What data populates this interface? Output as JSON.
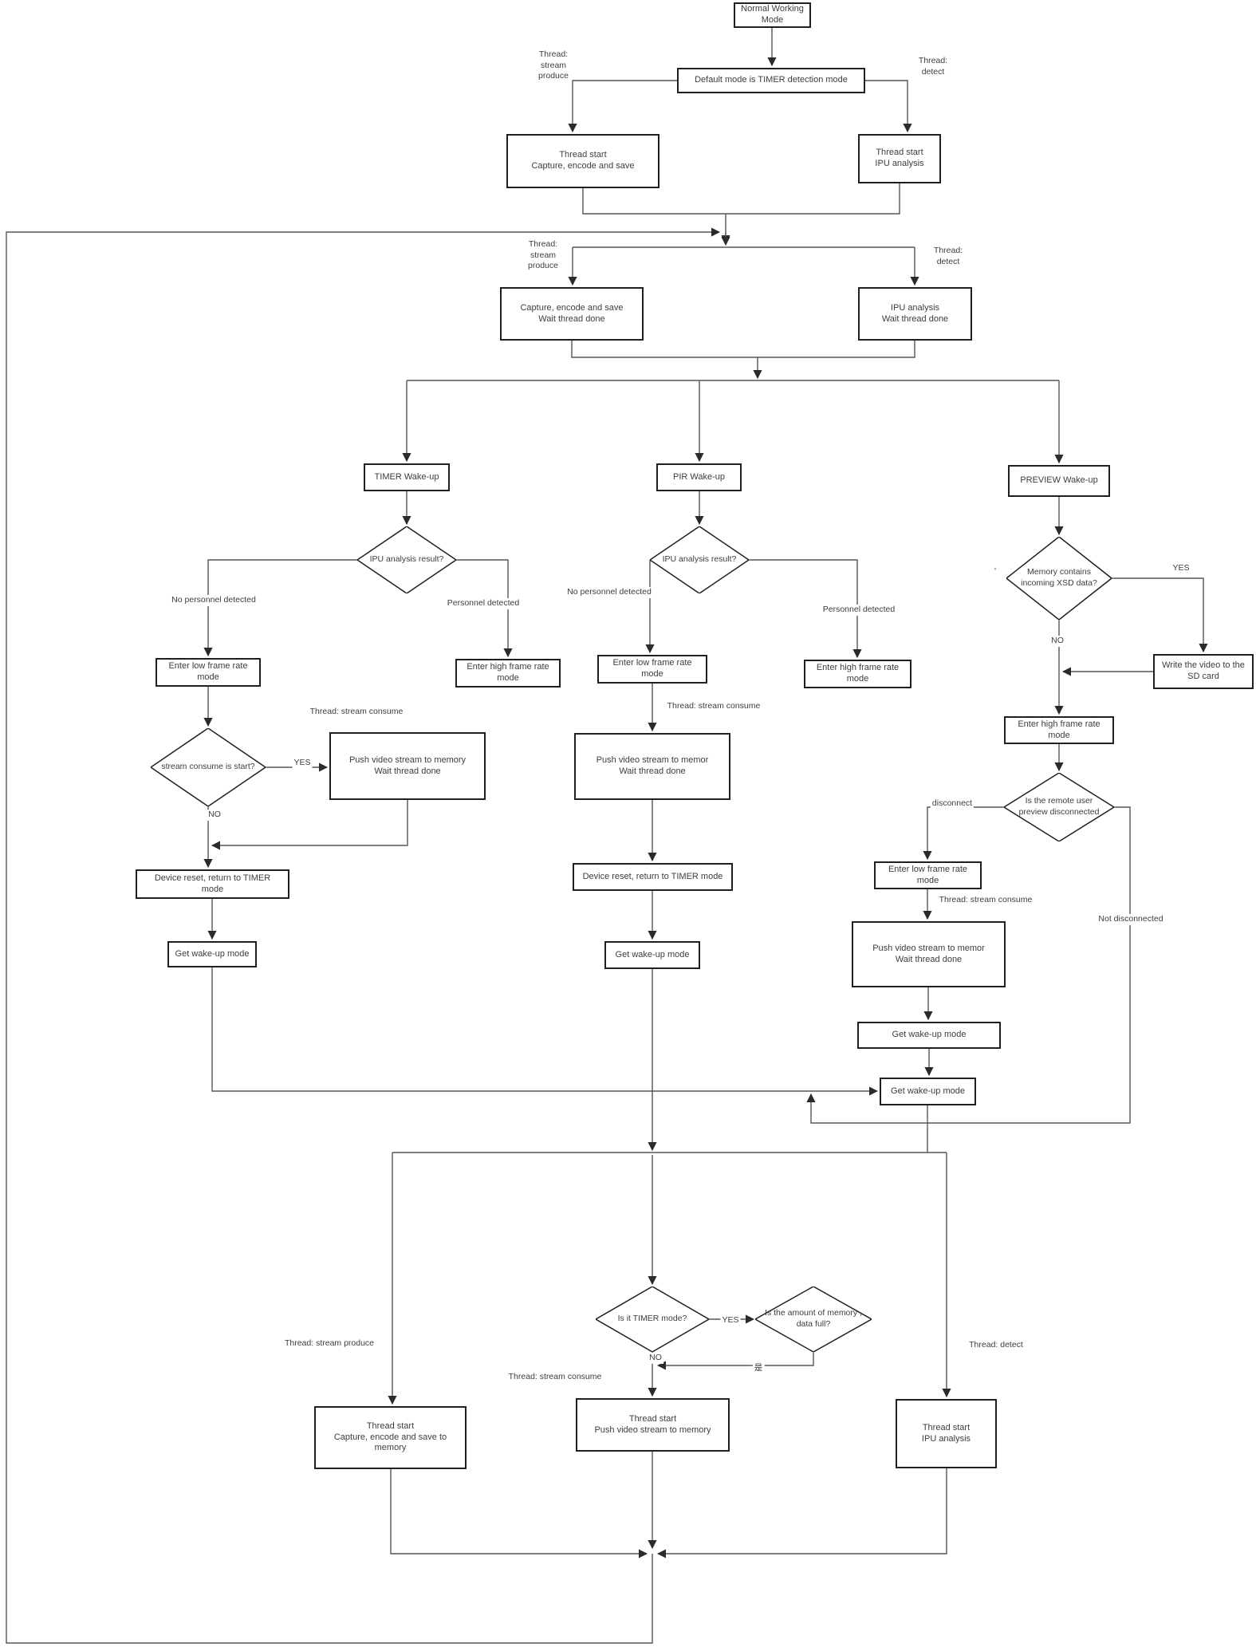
{
  "nodes": {
    "normal_working": "Normal Working\nMode",
    "default_mode": "Default mode is TIMER detection mode",
    "ts_capture": "Thread start\nCapture, encode and save",
    "ts_ipu": "Thread start\nIPU analysis",
    "capture_wait": "Capture, encode and save\nWait thread done",
    "ipu_wait": "IPU analysis\nWait thread done",
    "timer_wakeup": "TIMER Wake-up",
    "pir_wakeup": "PIR Wake-up",
    "preview_wakeup": "PREVIEW Wake-up",
    "ipu_result_timer": "IPU analysis result?",
    "ipu_result_pir": "IPU analysis result?",
    "memory_xsd": "Memory contains\nincoming XSD data?",
    "enter_low_timer": "Enter low frame rate\nmode",
    "enter_high_timer": "Enter high frame rate\nmode",
    "enter_low_pir": "Enter low frame rate\nmode",
    "enter_high_pir": "Enter high frame rate\nmode",
    "write_sd": "Write the video to the\nSD card",
    "enter_high_preview": "Enter high frame rate\nmode",
    "stream_consume_start": "stream consume is start?",
    "push_memory_timer": "Push video stream to memory\nWait thread done",
    "remote_disconnected": "Is the remote user\npreview disconnected",
    "enter_low_preview": "Enter low frame rate\nmode",
    "device_reset_timer": "Device reset, return to TIMER\nmode",
    "device_reset_pir": "Device reset, return to TIMER mode",
    "push_memor_pir": "Push video stream to memor\nWait thread done",
    "push_memor_preview": "Push video stream to memor\nWait thread done",
    "get_wakeup_timer": "Get wake-up mode",
    "get_wakeup_pir": "Get wake-up mode",
    "get_wakeup_preview": "Get wake-up mode",
    "get_wakeup_merge": "Get wake-up mode",
    "is_timer_mode": "Is it TIMER mode?",
    "memory_full": "Is the amount of memory ,\ndata full?",
    "bottom_capture": "Thread start\nCapture, encode and save to\nmemory",
    "bottom_push": "Thread start\nPush video stream to memory",
    "bottom_ipu": "Thread start\nIPU analysis"
  },
  "labels": {
    "thread_produce_top": "Thread:\nstream\nproduce",
    "thread_detect_top": "Thread:\ndetect",
    "thread_produce_mid": "Thread:\nstream\nproduce",
    "thread_detect_mid": "Thread:\ndetect",
    "no_personnel_timer": "No personnel detected",
    "personnel_timer": "Personnel detected",
    "no_personnel_pir": "No personnel detected",
    "personnel_pir": "Personnel detected",
    "yes_xsd": "YES",
    "no_xsd": "NO",
    "tick_mark": "'",
    "thread_consume_timer": "Thread: stream consume",
    "yes_consume": "YES",
    "no_consume": "NO",
    "disconnect": "disconnect",
    "thread_consume_pir": "Thread: stream consume",
    "thread_consume_preview": "Thread: stream consume",
    "not_disconnected": "Not disconnected",
    "yes_timer_mode": "YES",
    "no_timer_mode": "NO",
    "yes_cn": "是",
    "thread_produce_bottom": "Thread: stream produce",
    "thread_consume_bottom": "Thread: stream consume",
    "thread_detect_bottom": "Thread: detect"
  },
  "colors": {
    "line": "#565656",
    "border": "#1f1f1f",
    "text": "#3d3d3d",
    "background": "#ffffff"
  }
}
